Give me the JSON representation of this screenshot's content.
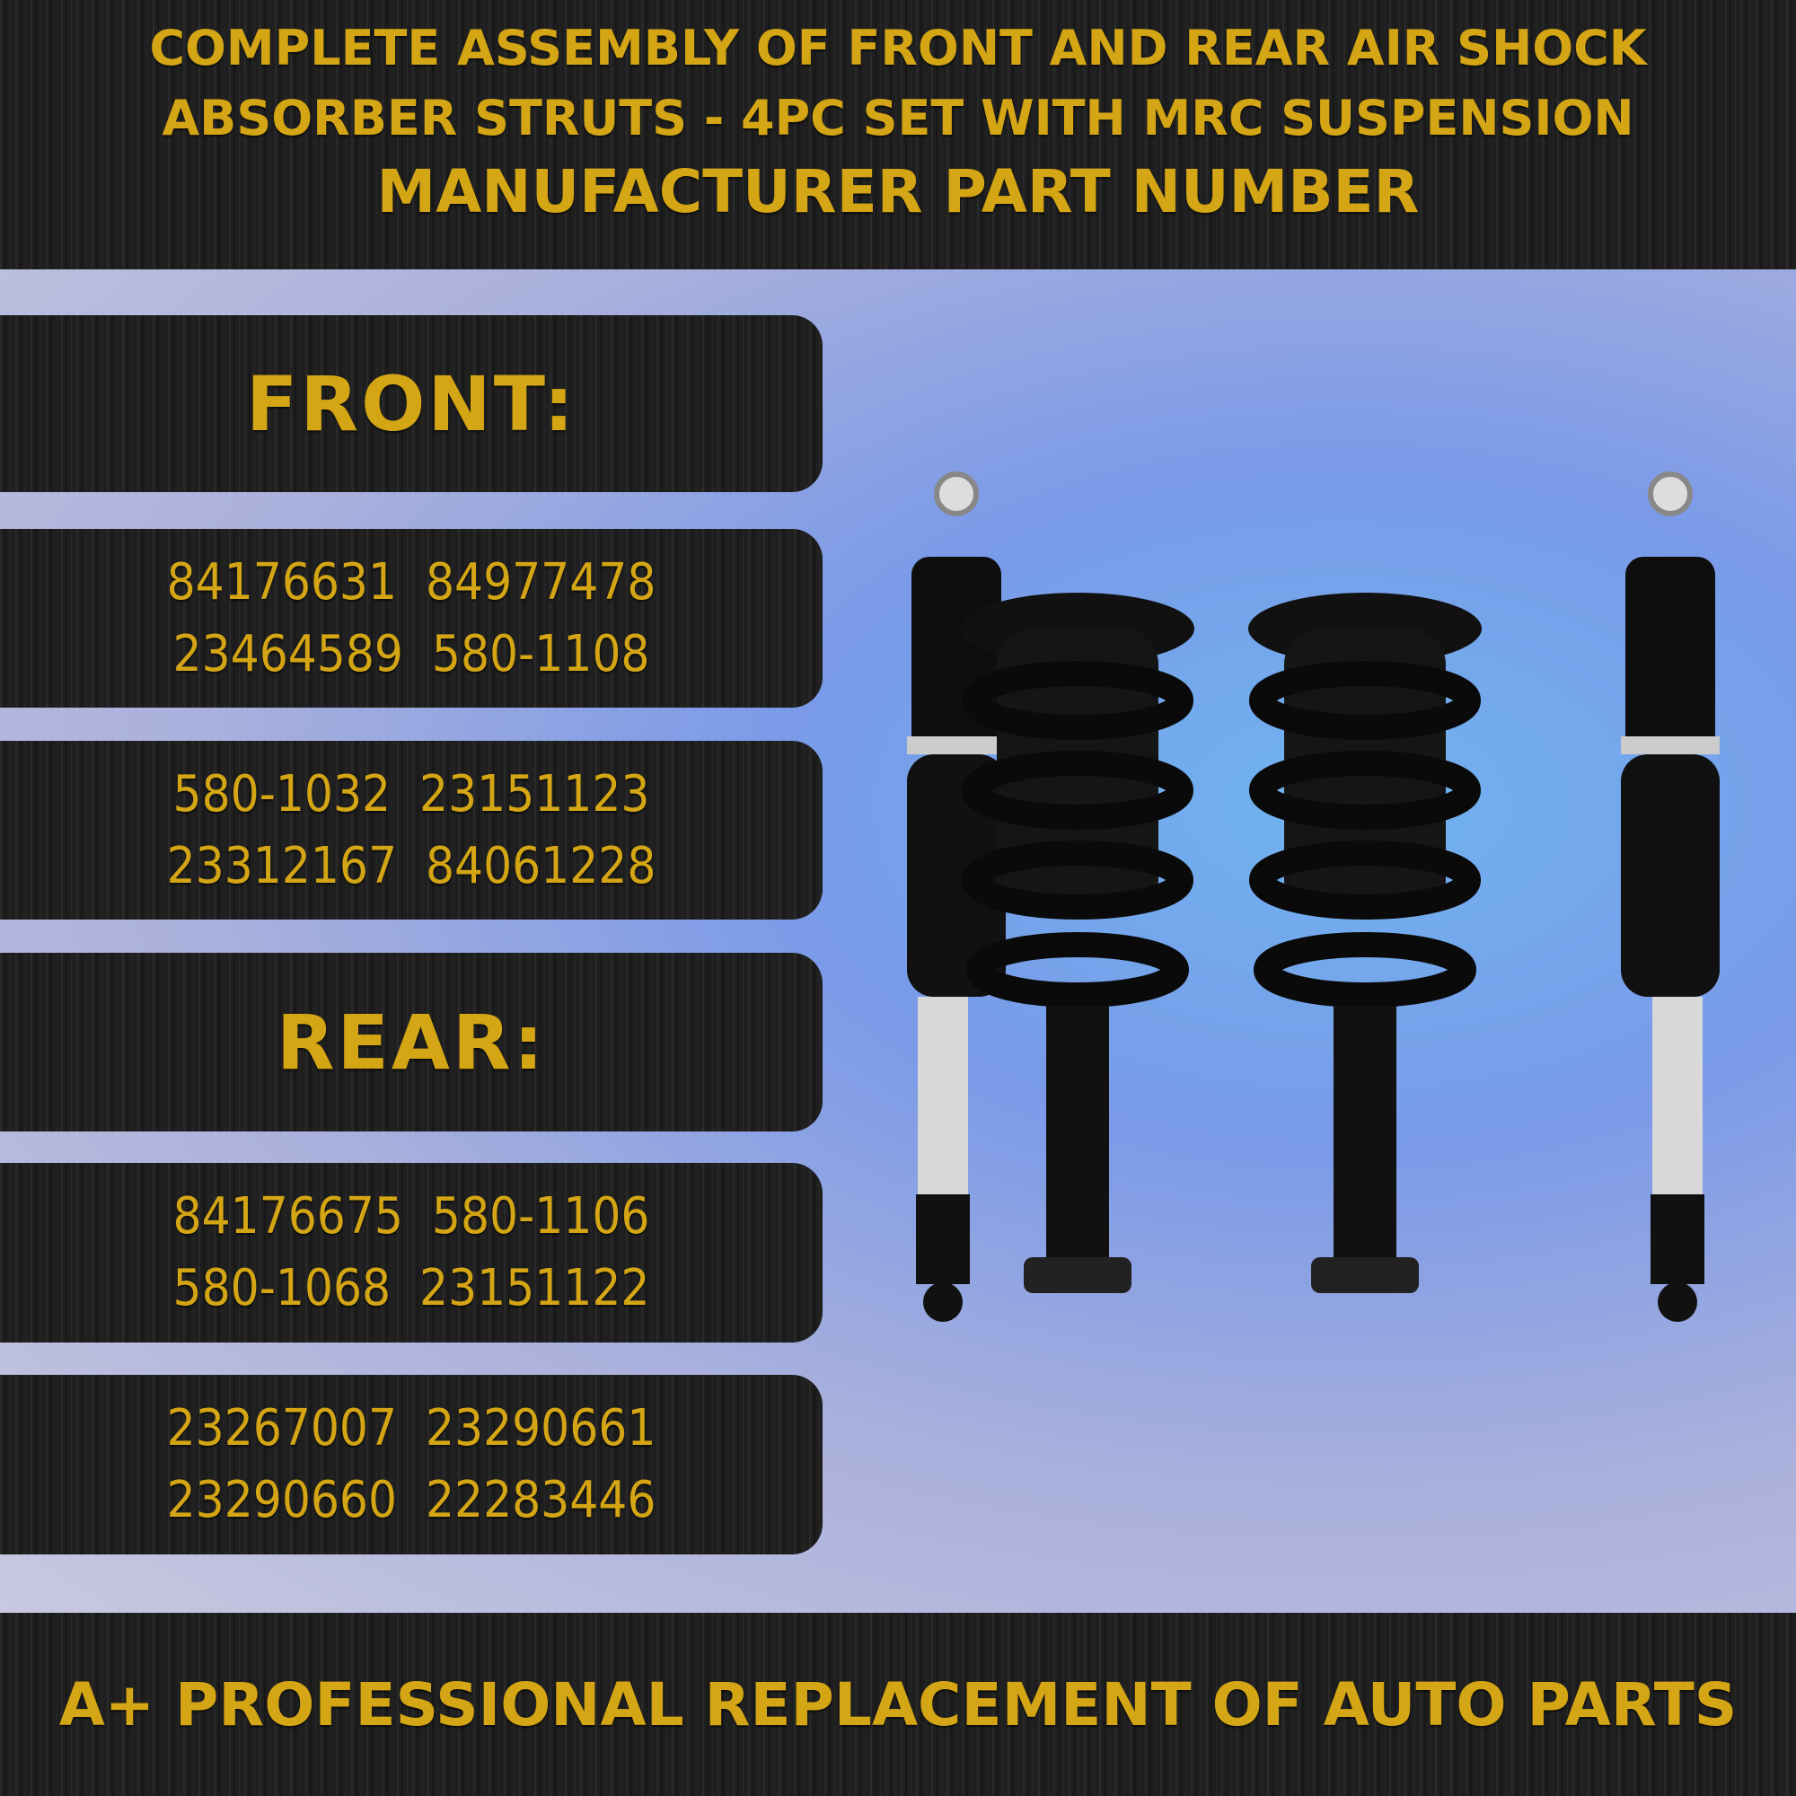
{
  "header": {
    "line1": "COMPLETE ASSEMBLY OF FRONT AND REAR AIR SHOCK",
    "line2": "ABSORBER STRUTS - 4PC SET WITH MRC SUSPENSION",
    "line3": "MANUFACTURER PART NUMBER"
  },
  "front": {
    "label": "FRONT:",
    "groups": [
      [
        "84176631  84977478",
        "23464589  580-1108"
      ],
      [
        "580-1032  23151123",
        "23312167  84061228"
      ]
    ]
  },
  "rear": {
    "label": "REAR:",
    "groups": [
      [
        "84176675  580-1106",
        "580-1068  23151122"
      ],
      [
        "23267007  23290661",
        "23290660  22283446"
      ]
    ]
  },
  "footer": {
    "text": "A+ PROFESSIONAL REPLACEMENT OF AUTO PARTS"
  },
  "colors": {
    "gold": "#d4a514",
    "panel": "#1f1f1f"
  }
}
